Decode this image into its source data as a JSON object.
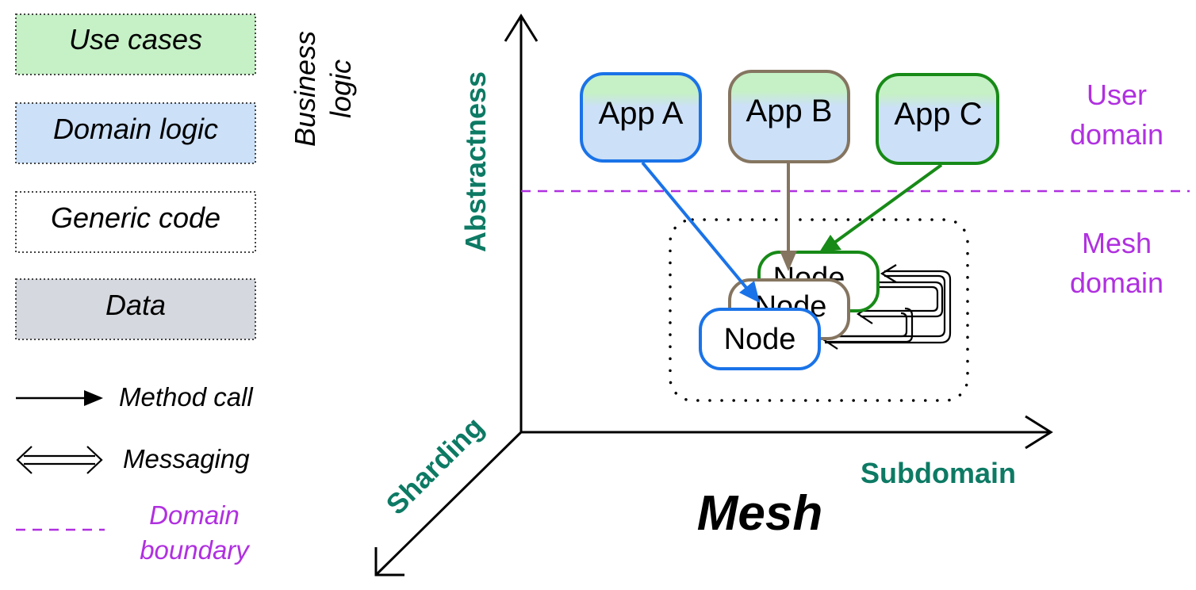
{
  "legend": {
    "layers": [
      {
        "label": "Use cases",
        "fill": "#c6f0c6"
      },
      {
        "label": "Domain logic",
        "fill": "#cce0f8"
      },
      {
        "label": "Generic code",
        "fill": "#ffffff"
      },
      {
        "label": "Data",
        "fill": "#d5d8de"
      }
    ],
    "business_logic_line1": "Business",
    "business_logic_line2": "logic",
    "method_call": "Method call",
    "messaging": "Messaging",
    "domain_boundary_line1": "Domain",
    "domain_boundary_line2": "boundary"
  },
  "axes": {
    "y_label": "Abstractness",
    "x_label": "Subdomain",
    "z_label": "Sharding"
  },
  "title": "Mesh",
  "regions": {
    "user_domain_line1": "User",
    "user_domain_line2": "domain",
    "mesh_domain_line1": "Mesh",
    "mesh_domain_line2": "domain"
  },
  "apps": [
    {
      "label": "App A",
      "color": "#1a73e8"
    },
    {
      "label": "App B",
      "color": "#857560"
    },
    {
      "label": "App C",
      "color": "#178a17"
    }
  ],
  "nodes": {
    "back_label": "Node",
    "middle_label": "Node",
    "front_label": "Node"
  },
  "colors": {
    "axis_label": "#0d7a64",
    "boundary": "#b030e0",
    "use_case_green": "#c6f0c6",
    "domain_blue": "#cce0f8"
  }
}
